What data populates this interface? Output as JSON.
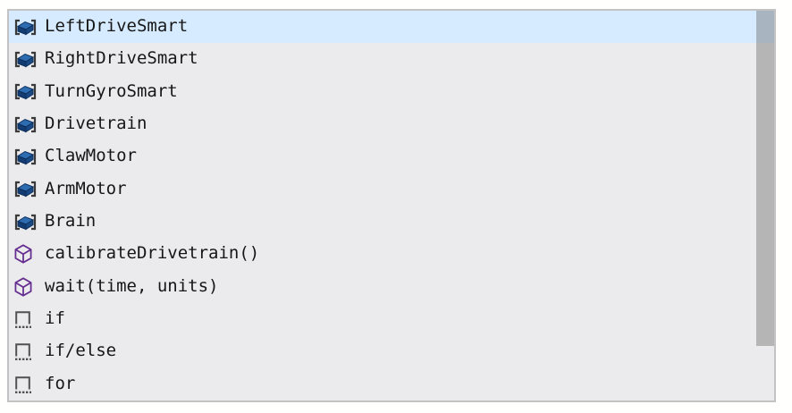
{
  "suggest_widget": {
    "type": "code-autocomplete-list",
    "selected_index": 0,
    "items": [
      {
        "label": "LeftDriveSmart",
        "icon": "vex-device-icon",
        "selected": true
      },
      {
        "label": "RightDriveSmart",
        "icon": "vex-device-icon",
        "selected": false
      },
      {
        "label": "TurnGyroSmart",
        "icon": "vex-device-icon",
        "selected": false
      },
      {
        "label": "Drivetrain",
        "icon": "vex-device-icon",
        "selected": false
      },
      {
        "label": "ClawMotor",
        "icon": "vex-device-icon",
        "selected": false
      },
      {
        "label": "ArmMotor",
        "icon": "vex-device-icon",
        "selected": false
      },
      {
        "label": "Brain",
        "icon": "vex-device-icon",
        "selected": false
      },
      {
        "label": "calibrateDrivetrain()",
        "icon": "method-cube-icon",
        "selected": false
      },
      {
        "label": "wait(time, units)",
        "icon": "method-cube-icon",
        "selected": false
      },
      {
        "label": "if",
        "icon": "snippet-icon",
        "selected": false
      },
      {
        "label": "if/else",
        "icon": "snippet-icon",
        "selected": false
      },
      {
        "label": "for",
        "icon": "snippet-icon",
        "selected": false
      }
    ],
    "scrollbar": {
      "visible": true,
      "thumb_top_pct": 0,
      "thumb_height_pct": 86
    },
    "colors": {
      "selected_bg": "#d6ebff",
      "list_bg": "#ebebed",
      "border": "#c3c3c3",
      "text": "#161616",
      "device_box_top": "#2e6cb1",
      "device_box_front": "#123c72",
      "device_bracket": "#3a3a3a",
      "method_purple": "#652d90",
      "snippet_gray": "#515151",
      "scrollbar_thumb": "rgba(100,100,100,0.40)"
    }
  }
}
